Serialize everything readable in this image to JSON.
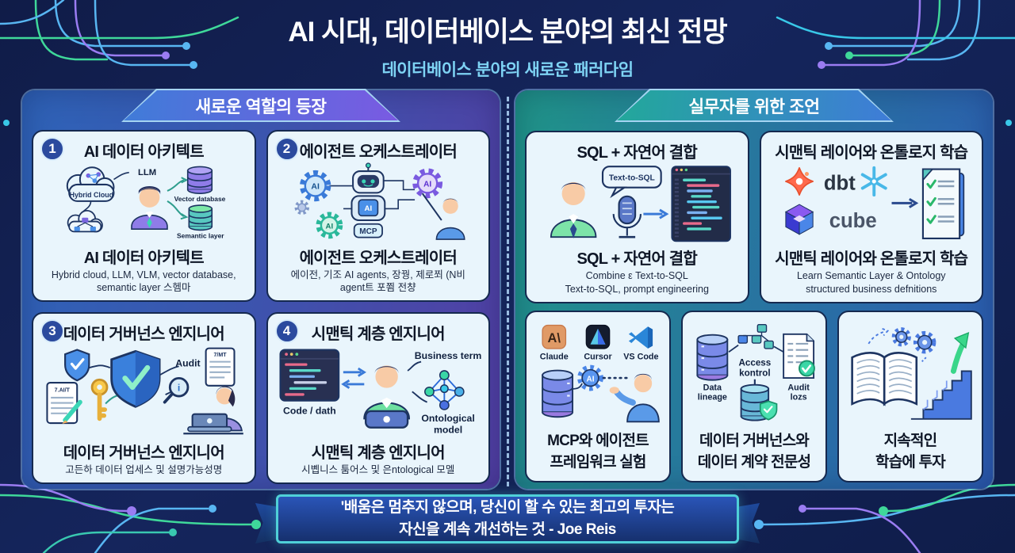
{
  "header": {
    "title": "AI 시대, 데이터베이스 분야의 최신 전망",
    "subtitle": "데이터베이스 분야의 새로운 패러다임"
  },
  "left_panel": {
    "header": "새로운 역할의 등장",
    "cards": [
      {
        "number": "1",
        "title": "AI 데이터 아키텍트",
        "labels": {
          "hybrid_cloud": "Hybrid Cloud",
          "llm": "LLM",
          "vector_database": "Vector database",
          "semantic_layer": "Semantic layer"
        },
        "subtitle": "AI 데이터 아키텍트",
        "description": "Hybrid cloud, LLM, VLM, vector database, semantic layer 스헴마"
      },
      {
        "number": "2",
        "title": "에이전트 오케스트레이터",
        "labels": {
          "ai": "AI",
          "mcp": "MCP"
        },
        "subtitle": "에이전트 오케스트레이터",
        "description": "에이전, 기조 AI agents, 장꿩, 제로쬐 (N비 agent트 포쬠 전챵"
      },
      {
        "number": "3",
        "title": "데이터 거버넌스 엔지니어",
        "labels": {
          "audit": "Audit",
          "doc_left": "7.AI/T",
          "doc_right": "7/MT"
        },
        "subtitle": "데이터 거버넌스 엔지니어",
        "description": "고든하 데이터 업세스 및 설명가능성명"
      },
      {
        "number": "4",
        "title": "시맨틱 계층 엔지니어",
        "labels": {
          "code": "Code / dath",
          "business_term": "Business term",
          "ontological_1": "Ontological",
          "ontological_2": "model"
        },
        "subtitle": "시맨틱 계층 엔지니어",
        "description": "시볩니스 툼어스 및 은ntological 모멜"
      }
    ]
  },
  "right_panel": {
    "header": "실무자를 위한 조언",
    "cards": [
      {
        "title": "SQL + 자연어 결합",
        "labels": {
          "bubble": "Text-to-SQL"
        },
        "subtitle": "SQL + 자연어 결합",
        "description_line1": "Combine ε Text-to-SQL",
        "description_line2": "Text-to-SQL, prompt engineering"
      },
      {
        "title": "시맨틱 레이어와 온톨로지 학습",
        "labels": {
          "dbt": "dbt",
          "cube": "cube"
        },
        "subtitle": "시맨틱 레이어와 온톨로지 학습",
        "description_line1": "Learn Semantic Layer & Ontology",
        "description_line2": "structured business defnitions"
      },
      {
        "labels": {
          "claude": "Claude",
          "cursor": "Cursor",
          "vscode": "VS Code",
          "ai": "AI"
        },
        "title_line1": "MCP와 에이전트",
        "title_line2": "프레임워크 실험"
      },
      {
        "labels": {
          "data_lineage_1": "Data",
          "data_lineage_2": "lineage",
          "access_1": "Access",
          "access_2": "kontrol",
          "audit_1": "Audit",
          "audit_2": "lozs"
        },
        "title_line1": "데이터 거버넌스와",
        "title_line2": "데이터 계약 전문성"
      },
      {
        "title_line1": "지속적인",
        "title_line2": "학습에 투자"
      }
    ]
  },
  "banner": {
    "line1": "'배움은 멈추지 않으며, 당신이 할 수 있는 최고의 투자는",
    "line2": "자신을 계속 개선하는 것 - Joe Reis"
  },
  "colors": {
    "background": "#14204e",
    "left_panel_start": "#2e63b8",
    "left_panel_end": "#523fa4",
    "right_panel_start": "#1f9488",
    "right_panel_end": "#2c5cb2",
    "card_bg": "#e9f5fc",
    "subtitle_text": "#7ed3f4",
    "banner_border": "#4fd0d8",
    "circuit_green": "#3fd89a",
    "circuit_blue": "#58b6f2",
    "circuit_purple": "#9a7cf2"
  }
}
